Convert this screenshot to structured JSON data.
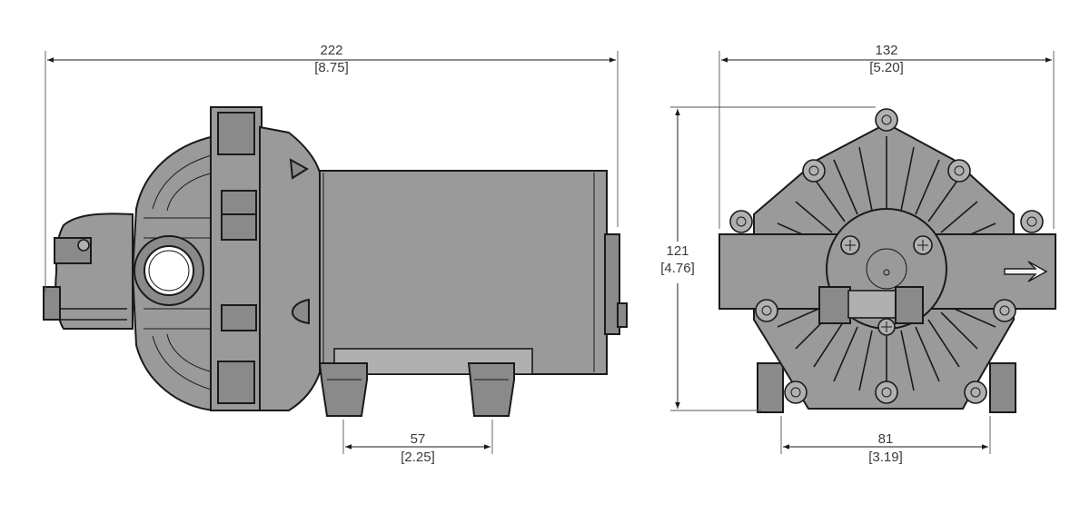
{
  "dimensions": {
    "overall_length": {
      "mm": "222",
      "in": "[8.75]"
    },
    "foot_spacing": {
      "mm": "57",
      "in": "[2.25]"
    },
    "overall_width": {
      "mm": "132",
      "in": "[5.20]"
    },
    "overall_height": {
      "mm": "121",
      "in": "[4.76]"
    },
    "mount_width": {
      "mm": "81",
      "in": "[3.19]"
    }
  }
}
